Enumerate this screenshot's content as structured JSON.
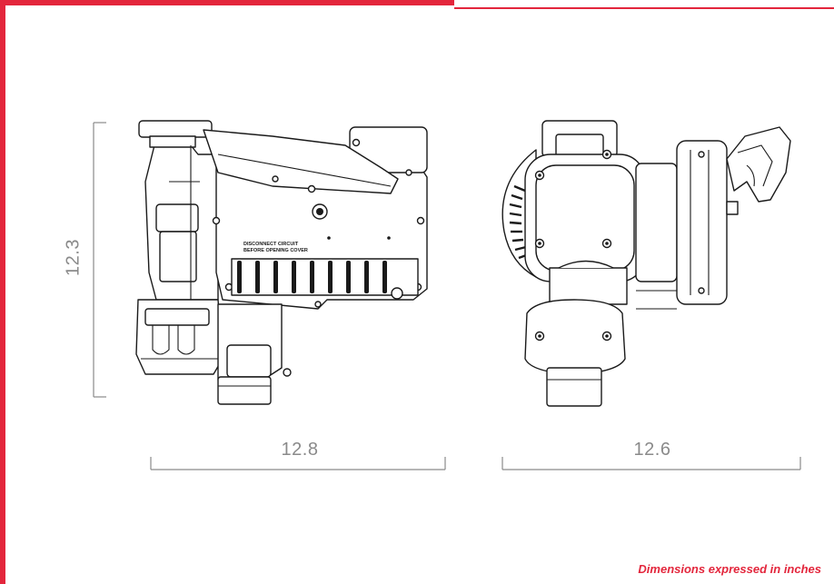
{
  "colors": {
    "accent": "#e3263c",
    "dimension_text": "#8a8a8a",
    "drawing_stroke": "#1a1a1a"
  },
  "dimensions": {
    "height": "12.3",
    "width_side_view": "12.8",
    "width_front_view": "12.6"
  },
  "warning_label": {
    "line1": "DISCONNECT CIRCUIT",
    "line2": "BEFORE OPENING COVER"
  },
  "caption": "Dimensions expressed in inches"
}
